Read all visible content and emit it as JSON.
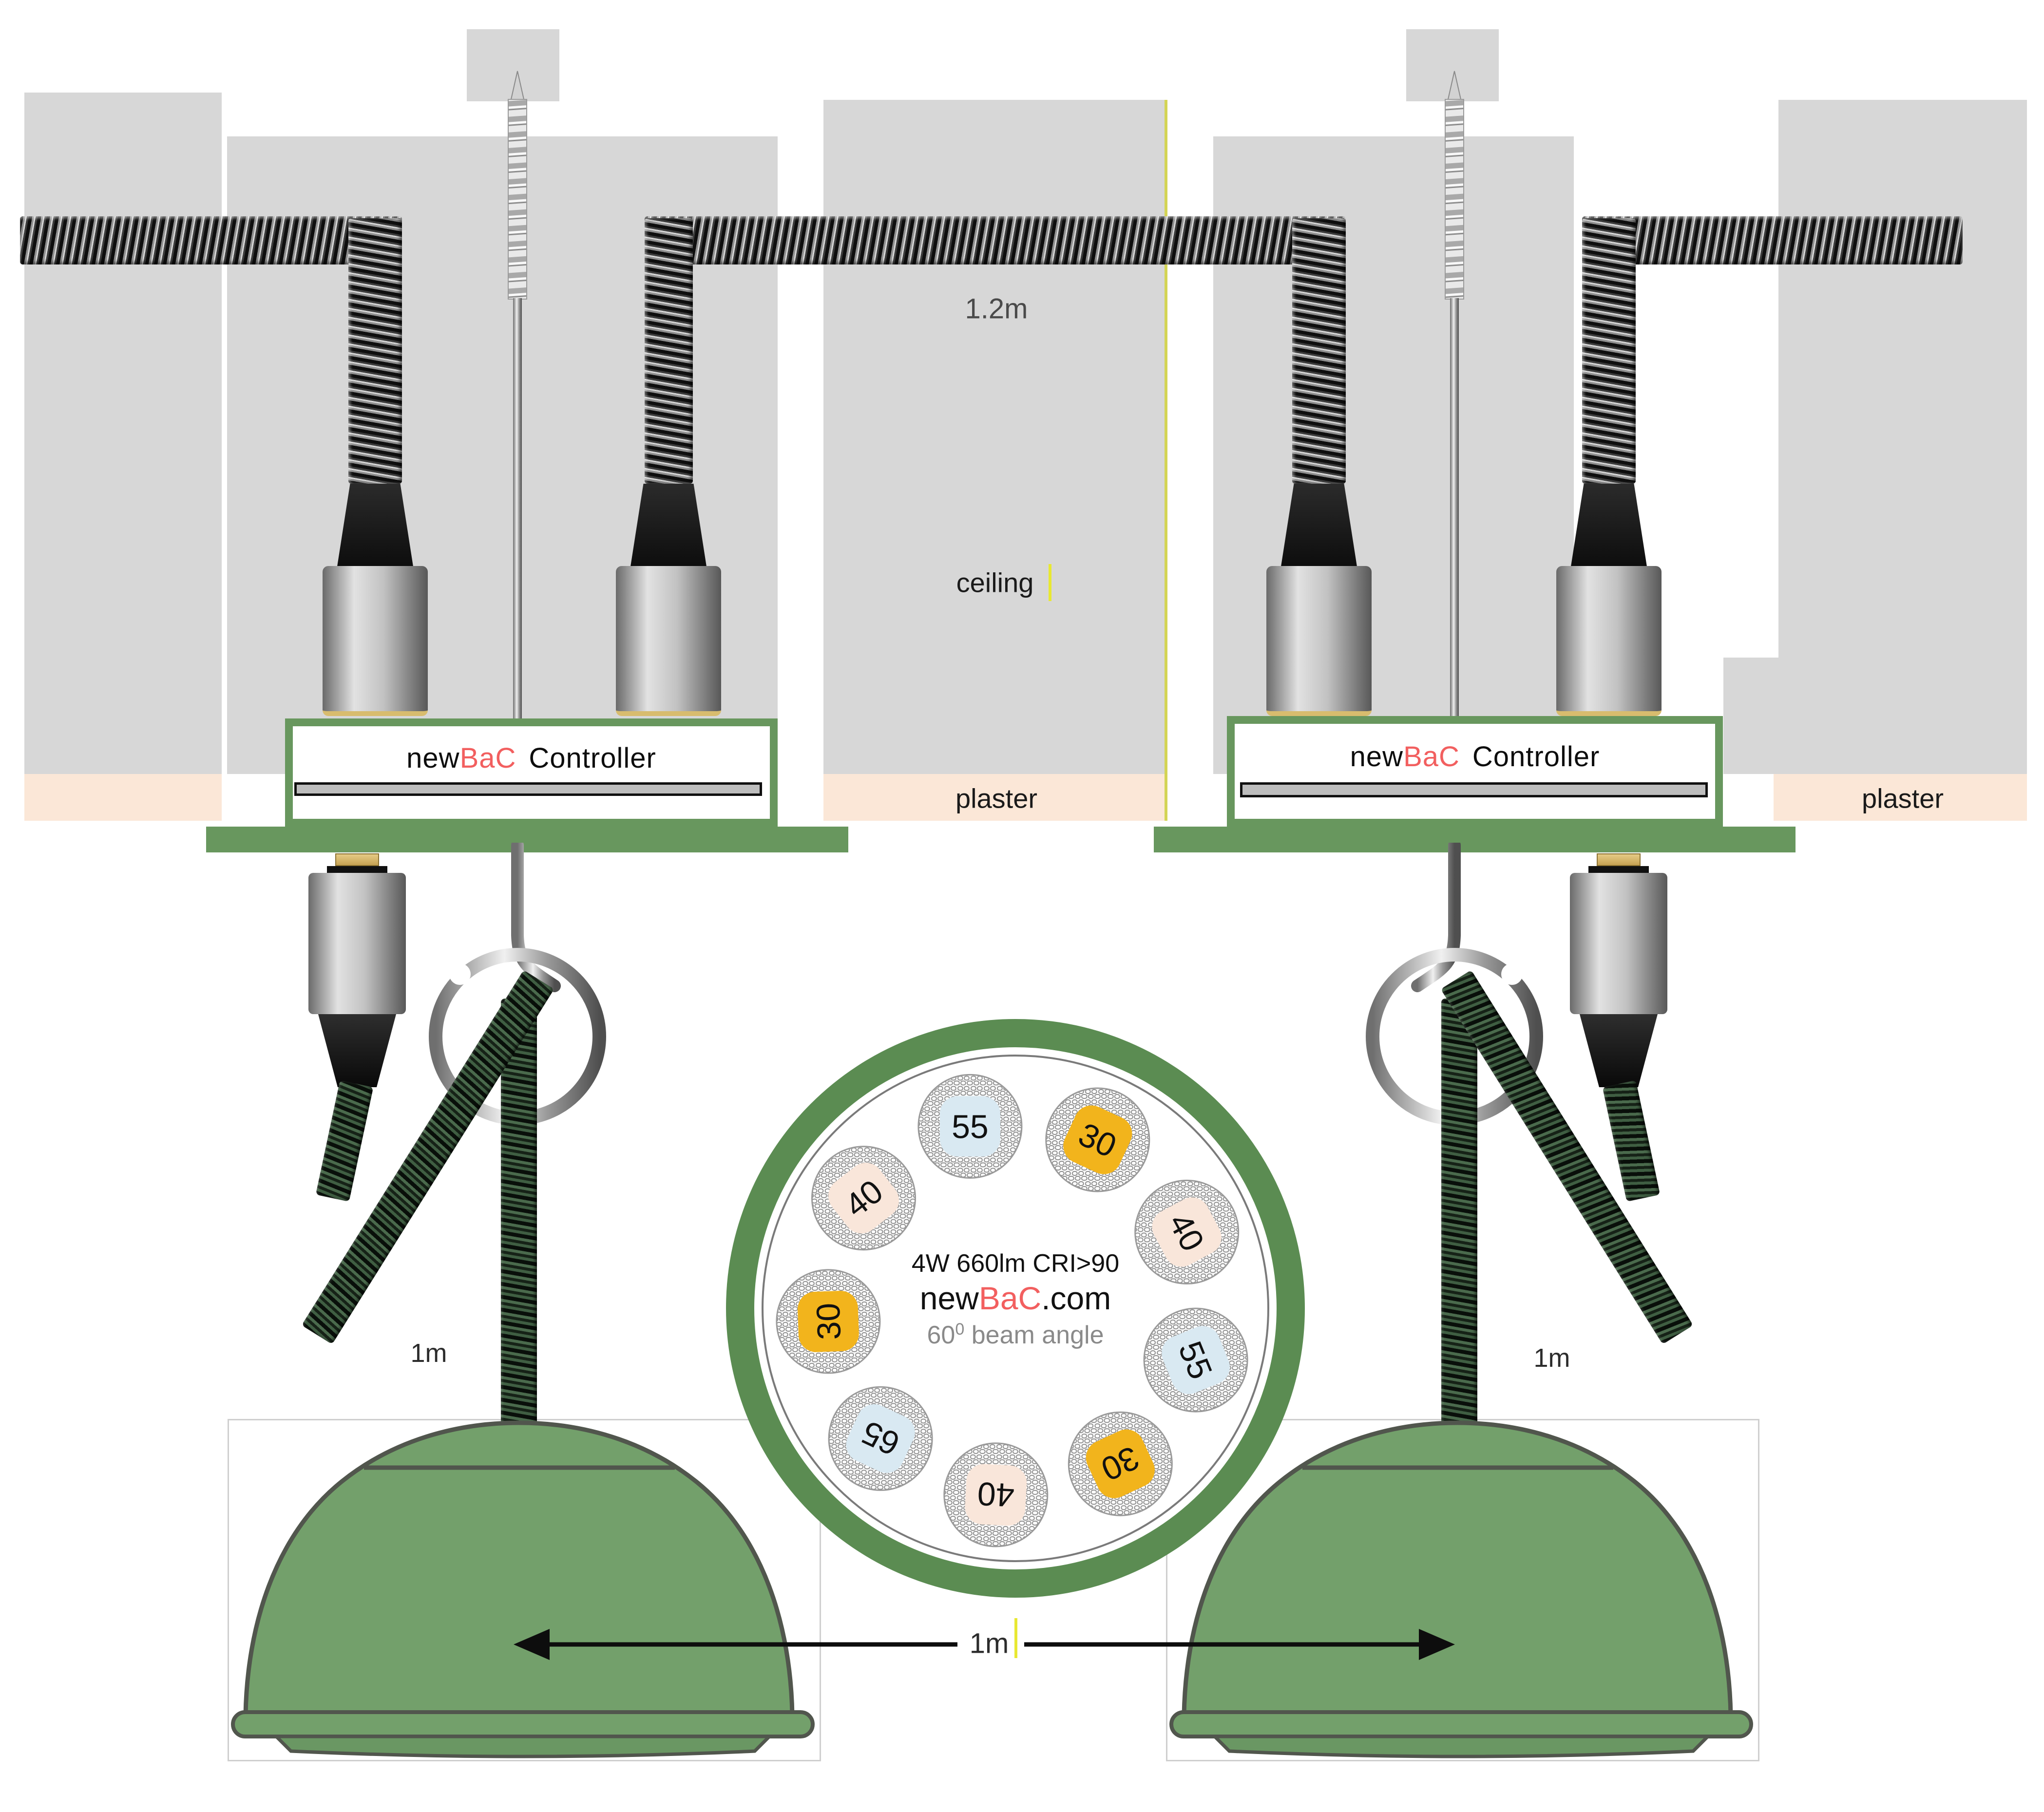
{
  "labels": {
    "cable_length": "1.2m",
    "ceiling": "ceiling",
    "plaster": "plaster",
    "drop_left": "1m",
    "drop_right": "1m",
    "lamp_spacing": "1m"
  },
  "controller": {
    "brand_new": "new",
    "brand_bac": "BaC",
    "device": "Controller"
  },
  "circle": {
    "spec_line": "4W 660lm CRI>90",
    "brand": {
      "new": "new",
      "bac": "BaC",
      "tld": ".com"
    },
    "beam": {
      "pre": "60",
      "sup": "0",
      "post": " beam angle"
    }
  },
  "led_ring": {
    "ring_color": "#5b8c52",
    "items": [
      {
        "value": "55",
        "color": "#d9e9f2",
        "angle": 104,
        "rot": 0
      },
      {
        "value": "30",
        "color": "#f2b41c",
        "angle": 64,
        "rot": 25
      },
      {
        "value": "40",
        "color": "#f9e6da",
        "angle": 24,
        "rot": 62
      },
      {
        "value": "55",
        "color": "#d9e9f2",
        "angle": -16,
        "rot": 68
      },
      {
        "value": "30",
        "color": "#f2b41c",
        "angle": -56,
        "rot": 155
      },
      {
        "value": "40",
        "color": "#f9e6da",
        "angle": -96,
        "rot": 183
      },
      {
        "value": "65",
        "color": "#d9e9f2",
        "angle": -136,
        "rot": 205
      },
      {
        "value": "30",
        "color": "#f2b41c",
        "angle": -176,
        "rot": 268
      },
      {
        "value": "40",
        "color": "#f9e6da",
        "angle": 144,
        "rot": -38
      }
    ]
  },
  "colors": {
    "structure_green": "#68975e",
    "lamp_green": "#73a06b",
    "accent_red": "#f25f5f",
    "ceiling_gray": "#d7d7d7",
    "plaster_peach": "#fbe7d7",
    "amber": "#f2b41c",
    "ice_blue": "#d9e9f2",
    "peach": "#f9e6da"
  }
}
